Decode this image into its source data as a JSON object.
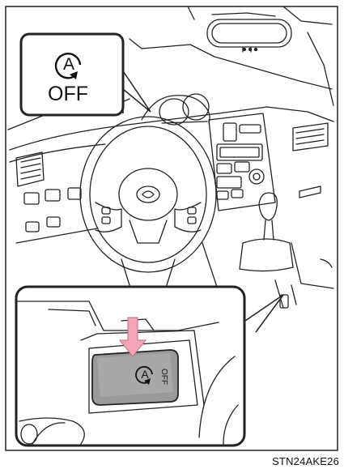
{
  "indicator": {
    "icon": "auto-stop-start-icon",
    "icon_letter": "A",
    "label": "OFF"
  },
  "switch": {
    "icon_letter": "A",
    "label": "OFF"
  },
  "figure_code": "STN24AKE26"
}
